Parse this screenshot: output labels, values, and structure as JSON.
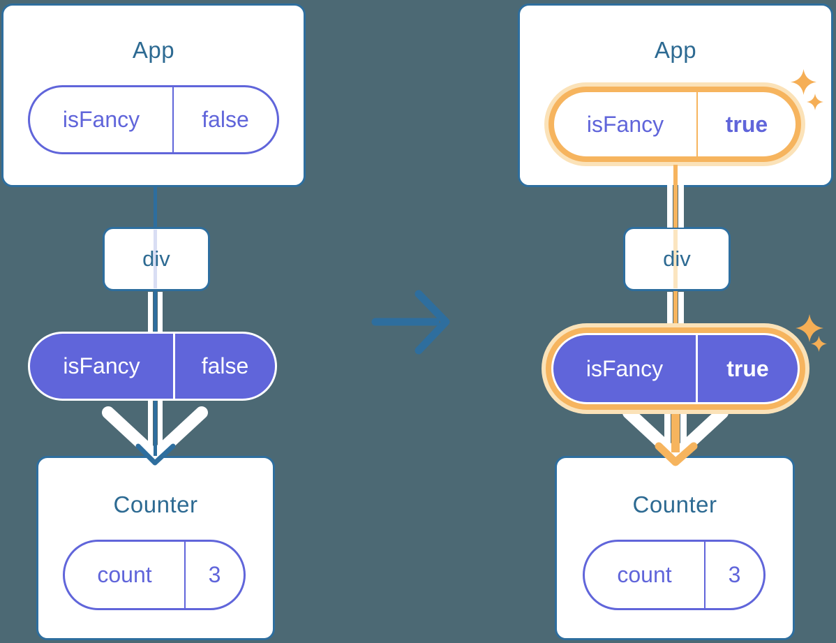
{
  "palette": {
    "background": "#4C6974",
    "tree_edge_blue": "#2E6E9E",
    "heading_blue": "#2D6A92",
    "purple": "#6065DA",
    "highlight_orange": "#F6B45E",
    "highlight_orange_glow": "#FBE2B8",
    "white": "#FFFFFF",
    "faded_purple_line": "#D9DEF4",
    "faded_orange_line": "#FBE5C0"
  },
  "before_tree": {
    "app": {
      "title": "App",
      "prop_name": "isFancy",
      "prop_value": "false"
    },
    "div": {
      "label": "div"
    },
    "passed_prop": {
      "name": "isFancy",
      "value": "false"
    },
    "counter": {
      "title": "Counter",
      "state_name": "count",
      "state_value": "3"
    }
  },
  "after_tree": {
    "app": {
      "title": "App",
      "prop_name": "isFancy",
      "prop_value": "true"
    },
    "div": {
      "label": "div"
    },
    "passed_prop": {
      "name": "isFancy",
      "value": "true"
    },
    "counter": {
      "title": "Counter",
      "state_name": "count",
      "state_value": "3"
    }
  }
}
